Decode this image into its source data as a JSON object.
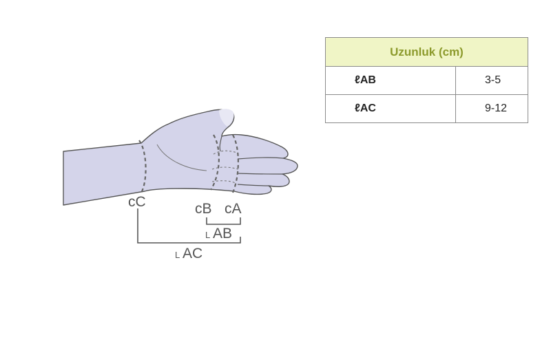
{
  "diagram": {
    "labels": {
      "cC": "cC",
      "cB": "cB",
      "cA": "cA",
      "lAB": "AB",
      "lAC": "AC"
    },
    "colors": {
      "hand_fill": "#d4d4ea",
      "thumb_tip": "#e8e8f4",
      "outline": "#555555",
      "glove_dash": "#666666"
    }
  },
  "table": {
    "header": "Uzunluk (cm)",
    "rows": [
      {
        "label": "ℓAB",
        "value": "3-5"
      },
      {
        "label": "ℓAC",
        "value": "9-12"
      }
    ],
    "colors": {
      "header_bg": "#f0f5c6",
      "header_text": "#8c9a2c",
      "border": "#8a8a8a"
    }
  }
}
